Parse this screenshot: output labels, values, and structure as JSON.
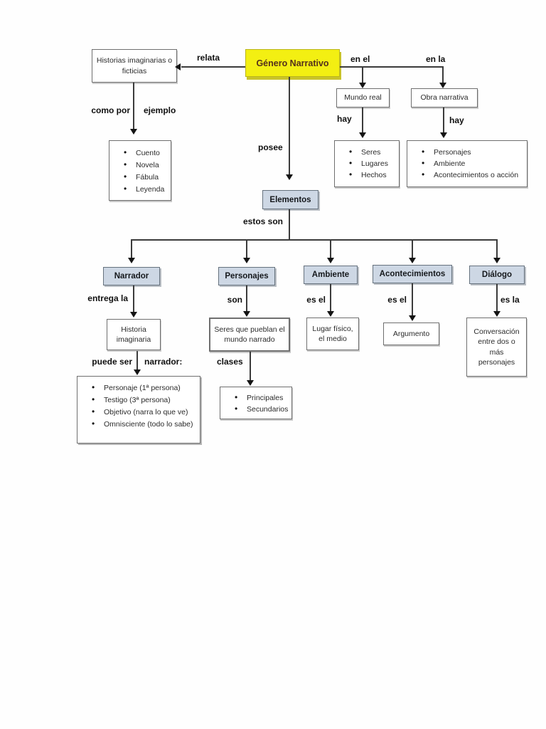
{
  "nodes": {
    "genero": "Género Narrativo",
    "historias": "Historias imaginarias o ficticias",
    "mundo_real": "Mundo real",
    "obra_narrativa": "Obra narrativa",
    "elementos": "Elementos",
    "narrador": "Narrador",
    "personajes": "Personajes",
    "ambiente": "Ambiente",
    "acontecimientos": "Acontecimientos",
    "dialogo": "Diálogo",
    "historia_imaginaria": "Historia imaginaria",
    "seres_pueblan": "Seres que pueblan el mundo narrado",
    "lugar_fisico": "Lugar físico, el medio",
    "argumento": "Argumento",
    "conversacion": "Conversación entre dos o más personajes"
  },
  "labels": {
    "relata": "relata",
    "en_el": "en el",
    "en_la": "en la",
    "como_por": "como por",
    "ejemplo": "ejemplo",
    "hay_izq": "hay",
    "hay_der": "hay",
    "posee": "posee",
    "estos_son": "estos son",
    "entrega_la": "entrega la",
    "son": "son",
    "es_el_ambiente": "es el",
    "es_el_acontecimientos": "es el",
    "es_la": "es la",
    "puede_ser": "puede ser",
    "narrador_dos_puntos": "narrador:",
    "clases": "clases"
  },
  "lists": {
    "ejemplos": [
      "Cuento",
      "Novela",
      "Fábula",
      "Leyenda"
    ],
    "mundo_real_hay": [
      "Seres",
      "Lugares",
      "Hechos"
    ],
    "obra_narrativa_hay": [
      "Personajes",
      "Ambiente",
      "Acontecimientos o acción"
    ],
    "tipos_narrador": [
      "Personaje (1ª persona)",
      "Testigo (3ª persona)",
      "Objetivo (narra lo que ve)",
      "Omnisciente (todo lo sabe)"
    ],
    "clases_personajes": [
      "Principales",
      "Secundarios"
    ]
  },
  "colors": {
    "root_fill": "#f3ef12",
    "root_text": "#54301c",
    "node_fill": "#cdd7e4",
    "node_border": "#66727e",
    "box_border": "#6f6f6f",
    "line": "#3b3b3b",
    "text": "#222222",
    "background": "#ffffff"
  }
}
